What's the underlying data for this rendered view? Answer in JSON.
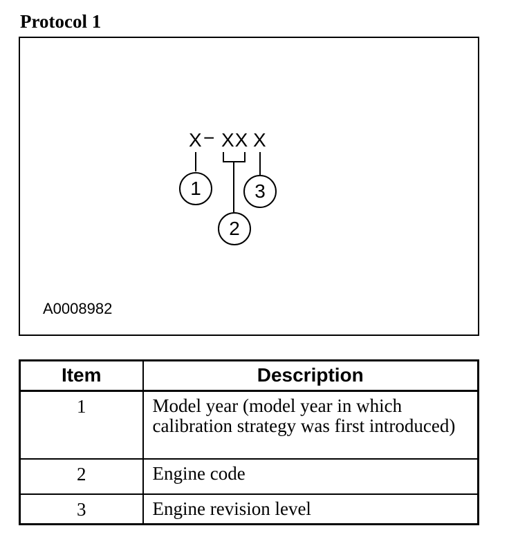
{
  "title": "Protocol 1",
  "diagram": {
    "code": {
      "x1": "X",
      "dash": "−",
      "xx": "XX",
      "x4": "X"
    },
    "callouts": [
      "1",
      "2",
      "3"
    ],
    "figure_id": "A0008982"
  },
  "table": {
    "headers": [
      "Item",
      "Description"
    ],
    "rows": [
      {
        "item": "1",
        "description": "Model year (model year in which calibration strategy was first introduced)"
      },
      {
        "item": "2",
        "description": "Engine code"
      },
      {
        "item": "3",
        "description": "Engine revision level"
      }
    ]
  },
  "colors": {
    "ink": "#000000",
    "paper": "#ffffff"
  }
}
